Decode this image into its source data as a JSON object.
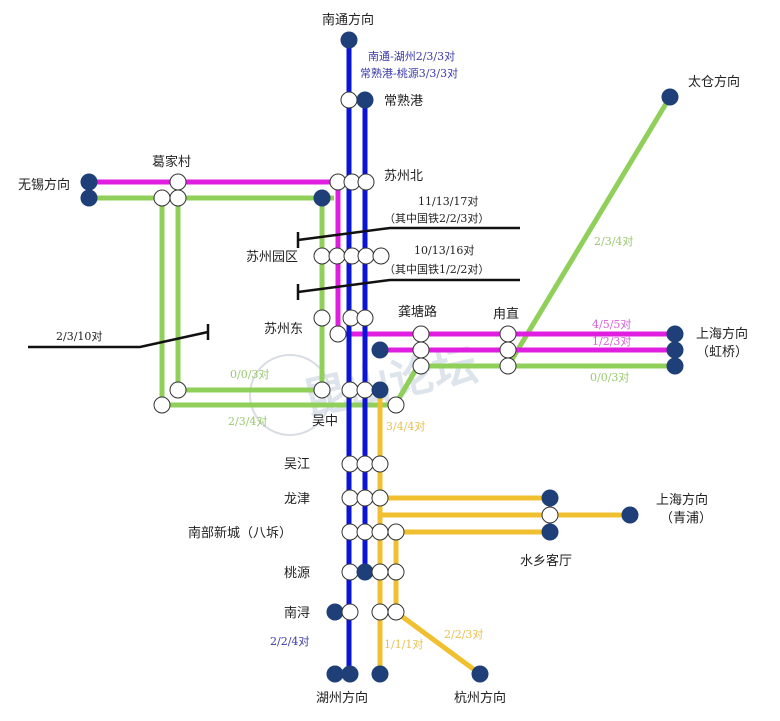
{
  "colors": {
    "blue": "#0a14d8",
    "magenta": "#e01ee0",
    "green": "#8fcf5a",
    "yellow": "#f0c030",
    "terminal": "#1f3f78",
    "station_fill": "#ffffff",
    "station_stroke": "#333333",
    "annotation_line": "#111111"
  },
  "directions": {
    "nantong": "南通方向",
    "wuxi": "无锡方向",
    "taicang": "太仓方向",
    "shanghai_hongqiao_1": "上海方向",
    "shanghai_hongqiao_2": "（虹桥）",
    "shanghai_qingpu_1": "上海方向",
    "shanghai_qingpu_2": "（青浦）",
    "huzhou": "湖州方向",
    "hangzhou": "杭州方向"
  },
  "stations": {
    "changshugang": "常熟港",
    "gejiacun": "葛家村",
    "suzhoubei": "苏州北",
    "suzhouyuanqu": "苏州园区",
    "suzhoudong": "苏州东",
    "gongtanglu": "龚塘路",
    "luzhi": "甪直",
    "wuzhong": "吴中",
    "wujiang": "吴江",
    "longjin": "龙津",
    "nanbuxincheng": "南部新城（八坼）",
    "taoyuan": "桃源",
    "nanxun": "南浔",
    "shuixiangketing": "水乡客厅"
  },
  "frequencies": {
    "nantong_huzhou": "南通-湖州2/3/3对",
    "changshu_taoyuan": "常熟港-桃源3/3/3对",
    "suzhoubei_total": "11/13/17对",
    "suzhoubei_cr": "（其中国铁2/2/3对）",
    "yuanqu_total": "10/13/16对",
    "yuanqu_cr": "（其中国铁1/2/2对）",
    "wuxi_green": "2/3/10对",
    "taicang": "2/3/4对",
    "hongqiao_magenta_1": "4/5/5对",
    "hongqiao_magenta_2": "1/2/3对",
    "hongqiao_green": "0/0/3对",
    "green_upper_west": "0/0/3对",
    "green_lower_west": "2/3/4对",
    "yellow_wuzhong": "3/4/4对",
    "huzhou_blue": "2/2/4对",
    "yellow_huzhou": "1/1/1对",
    "hangzhou": "2/2/3对"
  },
  "watermark": "昆山论坛"
}
